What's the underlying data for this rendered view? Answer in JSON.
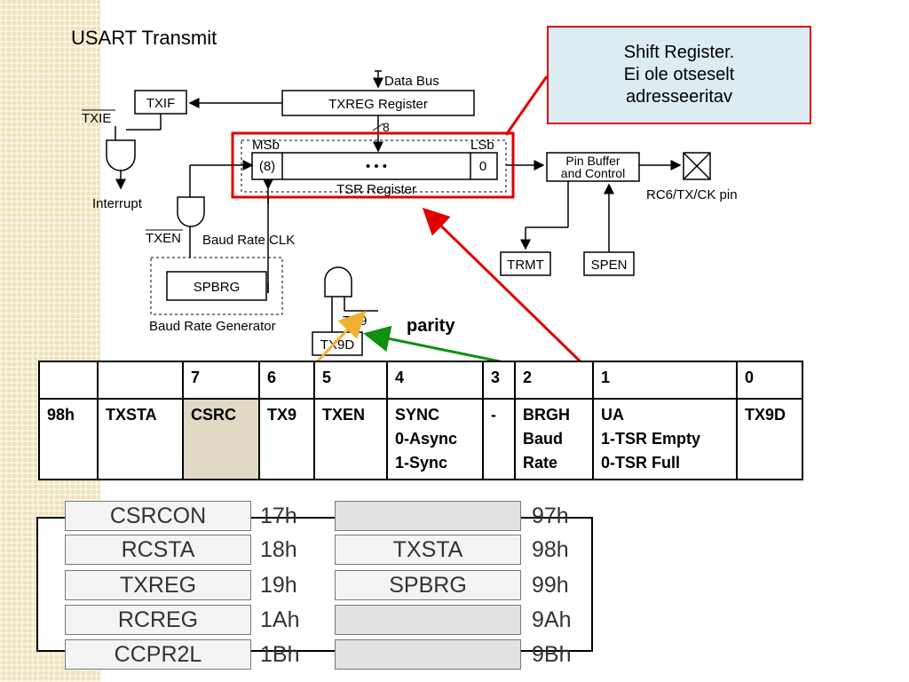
{
  "title": "USART Transmit",
  "callout": {
    "lines": [
      "Shift Register.",
      "Ei ole otseselt",
      "adresseeritav"
    ]
  },
  "diagram": {
    "data_bus": "Data Bus",
    "txreg": "TXREG Register",
    "bus_width": "8",
    "txif": "TXIF",
    "txie": "TXIE",
    "interrupt": "Interrupt",
    "msb": "MSb",
    "lsb": "LSb",
    "msb_value": "(8)",
    "dots": "•  •  •",
    "lsb_value": "0",
    "tsr": "TSR Register",
    "pin_buffer_line1": "Pin Buffer",
    "pin_buffer_line2": "and Control",
    "pin_label": "RC6/TX/CK pin",
    "txen": "TXEN",
    "baud_clk": "Baud Rate CLK",
    "spbrg": "SPBRG",
    "baud_gen": "Baud Rate Generator",
    "tx9": "TX9",
    "tx9d": "TX9D",
    "trmt": "TRMT",
    "spen": "SPEN",
    "parity": "parity"
  },
  "register_table": {
    "header": [
      "",
      "",
      "7",
      "6",
      "5",
      "4",
      "3",
      "2",
      "1",
      "0"
    ],
    "row": [
      [
        "98h"
      ],
      [
        "TXSTA"
      ],
      [
        "CSRC"
      ],
      [
        "TX9"
      ],
      [
        "TXEN"
      ],
      [
        "SYNC",
        "0-Async",
        "1-Sync"
      ],
      [
        "-"
      ],
      [
        "BRGH",
        "Baud",
        "Rate"
      ],
      [
        "UA",
        "1-TSR Empty",
        "0-TSR Full"
      ],
      [
        "TX9D"
      ]
    ],
    "highlight_color": "#e1d9c4"
  },
  "address_map": {
    "rows": [
      {
        "name1": "CSRCON",
        "addr1": "17h",
        "name2": "",
        "addr2": "97h"
      },
      {
        "name1": "RCSTA",
        "addr1": "18h",
        "name2": "TXSTA",
        "addr2": "98h"
      },
      {
        "name1": "TXREG",
        "addr1": "19h",
        "name2": "SPBRG",
        "addr2": "99h"
      },
      {
        "name1": "RCREG",
        "addr1": "1Ah",
        "name2": "",
        "addr2": "9Ah"
      },
      {
        "name1": "CCPR2L",
        "addr1": "1Bh",
        "name2": "",
        "addr2": "9Bh"
      }
    ]
  },
  "colors": {
    "red": "#e00000",
    "green": "#109010",
    "orange": "#f0b030",
    "callout_bg": "#dcecf2"
  }
}
